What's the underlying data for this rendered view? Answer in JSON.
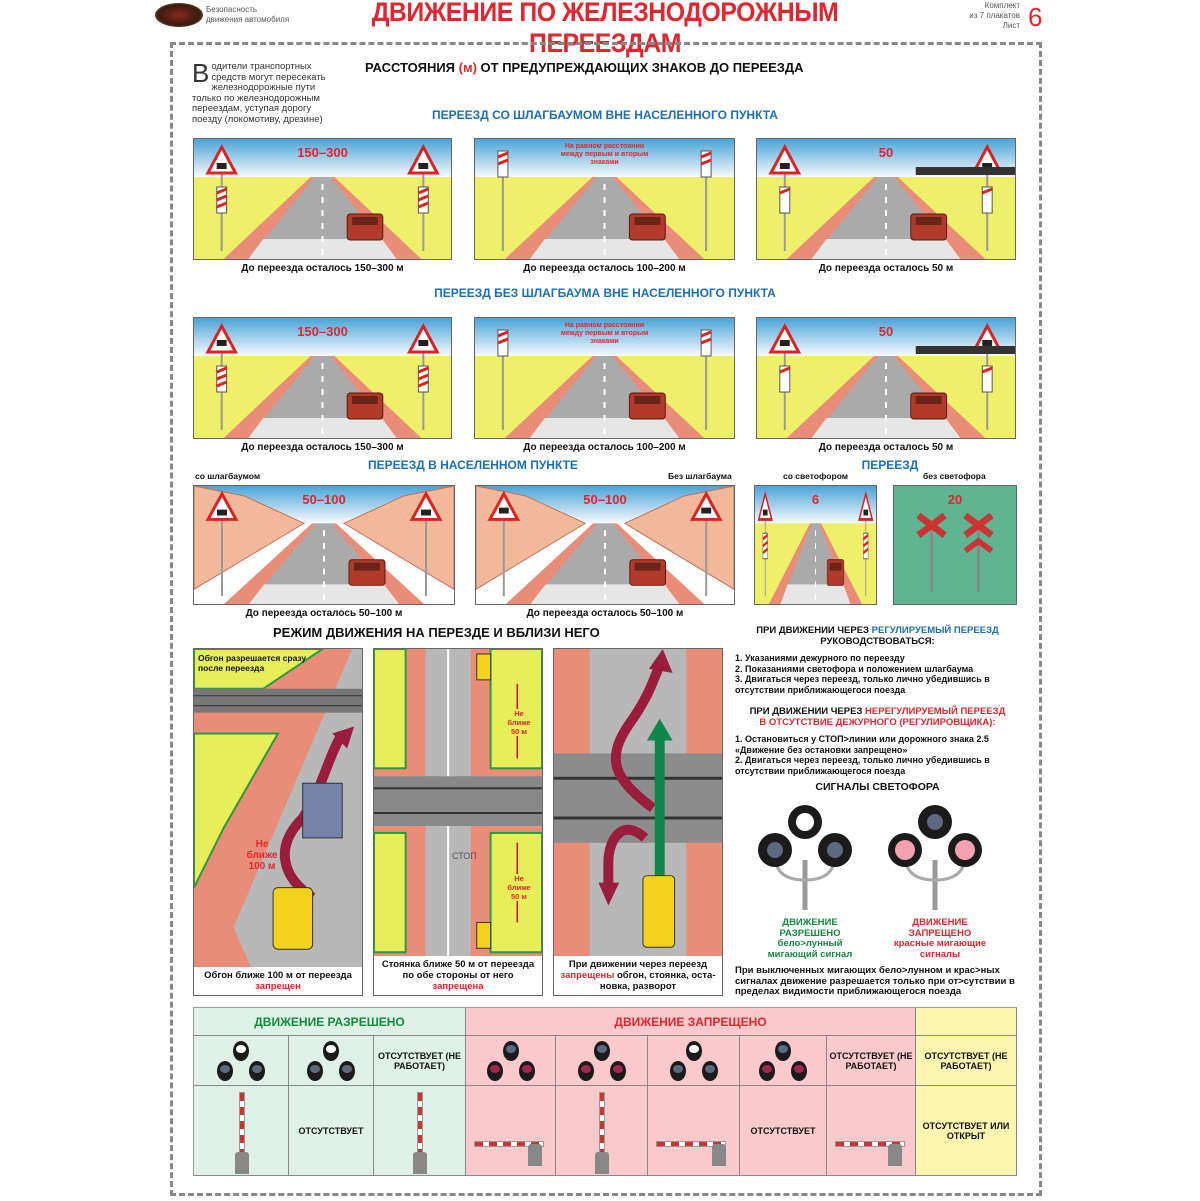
{
  "header": {
    "series": [
      "Безопасность",
      "движения автомобиля"
    ],
    "title": "ДВИЖЕНИЕ ПО ЖЕЛЕЗНОДОРОЖНЫМ ПЕРЕЕЗДАМ",
    "kit": [
      "Комплект",
      "из 7 плакатов",
      "Лист"
    ],
    "sheet": "6"
  },
  "intro": {
    "cap": "В",
    "text": "одители транспортных средств могут пересекать железнодорожные пути только по железнодорожным перее­з­дам, уступая дорогу поезду (локомотиву, дрезине)"
  },
  "distances_title": {
    "a": "РАССТОЯНИЯ ",
    "b": "(м)",
    "c": " ОТ ПРЕДУПРЕЖДАЮЩИХ ЗНАКОВ ДО ПЕРЕЕЗДА"
  },
  "row1": {
    "title": "ПЕРЕЕЗД СО ШЛАГБАУМОМ ВНЕ НАСЕЛЕННОГО ПУНКТА",
    "panels": [
      {
        "dist": "150–300",
        "caption": "До переезда осталось 150–300 м"
      },
      {
        "dist": "На равном расстоянии между первым и вторым знаками",
        "caption": "До переезда осталось 100–200 м"
      },
      {
        "dist": "50",
        "caption": "До переезда осталось 50 м"
      }
    ]
  },
  "row2": {
    "title": "ПЕРЕЕЗД БЕЗ ШЛАГБАУМА ВНЕ НАСЕЛЕННОГО ПУНКТА",
    "panels": [
      {
        "dist": "150–300",
        "caption": "До переезда осталось 150–300 м"
      },
      {
        "dist": "На равном расстоянии между первым и вторым знаками",
        "caption": "До переезда осталось 100–200 м"
      },
      {
        "dist": "50",
        "caption": "До переезда осталось 50 м"
      }
    ]
  },
  "row3": {
    "title": "ПЕРЕЕЗД В НАСЕЛЕННОМ ПУНКТЕ",
    "left_label": "со шлагбаумом",
    "right_label": "Без шлагбаума",
    "panels": [
      {
        "dist": "50–100",
        "caption": "До переезда осталось 50–100 м"
      },
      {
        "dist": "50–100",
        "caption": "До переезда осталось 50–100 м"
      }
    ],
    "crossing_title": "ПЕРЕЕЗД",
    "with_light": "со светофором",
    "without_light": "без светофора",
    "light_dist": "6",
    "nolight_dist": "20"
  },
  "mode": {
    "title": "РЕЖИМ ДВИЖЕНИЯ НА ПЕРЕЗДЕ И ВБЛИЗИ НЕГО",
    "ill1": {
      "top": "Обгон разрешается сразу после переезда",
      "mark": "Не ближе 100 м",
      "cap_a": "Обгон ближе 100 м от переезда ",
      "cap_b": "запрещен"
    },
    "ill2": {
      "mark": "Не ближе 50 м",
      "stop": "СТОП",
      "cap_a": "Стоянка ближе 50 м от переезда по обе стороны от него ",
      "cap_b": "запрещена"
    },
    "ill3": {
      "cap_a": "При движении через переезд ",
      "cap_b": "запрещены",
      "cap_c": " обгон, стоянка, оста­новка, разворот"
    }
  },
  "rules": {
    "reg_a": "ПРИ ДВИЖЕНИИ ЧЕРЕЗ ",
    "reg_b": "РЕГУЛИРУЕМЫЙ ПЕРЕЕЗД",
    "reg_c": "РУКОВОДСТВОВАТЬСЯ:",
    "reg_items": [
      "1. Указаниями дежурного по переезду",
      "2. Показаниями светофора и положением шлагбаума",
      "3. Двигаться через переезд, только лично убедившись в отсутствии приближающегося поезда"
    ],
    "unreg_a": "ПРИ ДВИЖЕНИИ ЧЕРЕЗ ",
    "unreg_b": "НЕРЕГУЛИРУЕМЫЙ ПЕРЕЕЗД В ОТСУТСТВИЕ ДЕЖУРНОГО (РЕГУЛИРОВЩИКА):",
    "unreg_items": [
      "1. Остановиться у СТОП>линии или дорожного знака 2.5 «Движение без остановки запрещено»",
      "2.  Двигаться через переезд, только лично убедившись в отсутствии приближающегося поезда"
    ]
  },
  "signals": {
    "title": "СИГНАЛЫ СВЕТОФОРА",
    "allowed_a": "ДВИЖЕНИЕ РАЗРЕШЕНО",
    "allowed_b": "бело>лунный мигающий сигнал",
    "forbidden_a": "ДВИЖЕНИЕ ЗАПРЕЩЕНО",
    "forbidden_b": "красные мигающие сигналы",
    "note": "При выключенных мигающих бело>лунном и крас>ных сигналах движение разрешается только при от>сутствии в пределах видимости приближающегося поезда"
  },
  "table": {
    "allowed": "ДВИЖЕНИЕ РАЗРЕШЕНО",
    "forbidden": "ДВИЖЕНИЕ ЗАПРЕЩЕНО",
    "absent_broken": "ОТСУТСТВУЕТ (НЕ РАБОТАЕТ)",
    "absent": "ОТСУТСТВУЕТ",
    "absent_open": "ОТСУТСТВУЕТ ИЛИ ОТКРЫТ"
  },
  "colors": {
    "red": "#e3262d",
    "blue": "#1a6fb5",
    "green": "#138a3e",
    "allowed_bg": "#dff0e6",
    "forbidden_bg": "#f9c9cc",
    "yellow_bg": "#faf6b0"
  }
}
